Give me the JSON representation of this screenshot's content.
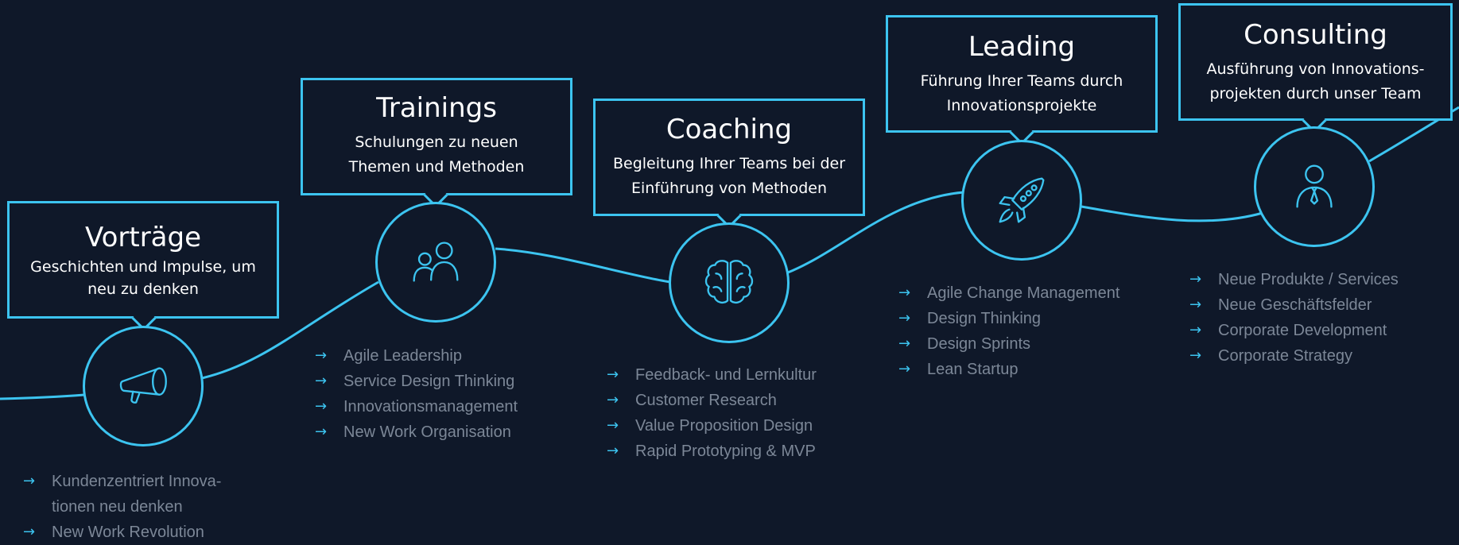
{
  "colors": {
    "background": "#0f1829",
    "accent": "#3cc4f0",
    "list_text": "#7c8797",
    "title_text": "#ffffff"
  },
  "list_arrow": "→",
  "stages": [
    {
      "id": "vortraege",
      "title": "Vorträge",
      "subtitle_lines": [
        "Geschichten und Impulse, um",
        "neu zu denken"
      ],
      "icon": "megaphone-icon",
      "items": [
        "Kundenzentriert Innova-\ntionen neu denken",
        "New Work Revolution"
      ]
    },
    {
      "id": "trainings",
      "title": "Trainings",
      "subtitle_lines": [
        "Schulungen zu neuen",
        "Themen und Methoden"
      ],
      "icon": "people-icon",
      "items": [
        "Agile Leadership",
        "Service Design Thinking",
        "Innovationsmanagement",
        "New Work Organisation"
      ]
    },
    {
      "id": "coaching",
      "title": "Coaching",
      "subtitle_lines": [
        "Begleitung Ihrer Teams bei der",
        "Einführung von Methoden"
      ],
      "icon": "brain-icon",
      "items": [
        "Feedback- und Lernkultur",
        "Customer Research",
        "Value Proposition Design",
        "Rapid Prototyping & MVP"
      ]
    },
    {
      "id": "leading",
      "title": "Leading",
      "subtitle_lines": [
        "Führung Ihrer Teams durch",
        "Innovationsprojekte"
      ],
      "icon": "rocket-icon",
      "items": [
        "Agile Change Management",
        "Design Thinking",
        "Design Sprints",
        "Lean Startup"
      ]
    },
    {
      "id": "consulting",
      "title": "Consulting",
      "subtitle_lines": [
        "Ausführung von Innovations-",
        "projekten durch unser Team"
      ],
      "icon": "consultant-icon",
      "items": [
        "Neue Produkte / Services",
        "Neue Geschäftsfelder",
        "Corporate Development",
        "Corporate Strategy"
      ]
    }
  ]
}
